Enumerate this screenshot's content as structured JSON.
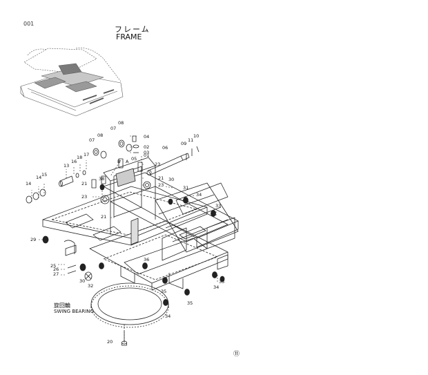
{
  "header": {
    "page_number": "001",
    "title_jp": "フレーム",
    "title_en": "FRAME"
  },
  "assembly_note": {
    "jp": "旋回輪",
    "en": "SWING BEARING"
  },
  "footer_mark": "⑪",
  "callouts": [
    {
      "id": "c01",
      "text": "01"
    },
    {
      "id": "c02",
      "text": "02"
    },
    {
      "id": "c03",
      "text": "03"
    },
    {
      "id": "c04",
      "text": "04"
    },
    {
      "id": "c05",
      "text": "05"
    },
    {
      "id": "c06",
      "text": "06"
    },
    {
      "id": "c07a",
      "text": "07"
    },
    {
      "id": "c07b",
      "text": "07"
    },
    {
      "id": "c08a",
      "text": "08"
    },
    {
      "id": "c08b",
      "text": "08"
    },
    {
      "id": "c09",
      "text": "09"
    },
    {
      "id": "c10",
      "text": "10"
    },
    {
      "id": "c11",
      "text": "11"
    },
    {
      "id": "c13",
      "text": "13"
    },
    {
      "id": "c14a",
      "text": "14"
    },
    {
      "id": "c14b",
      "text": "14"
    },
    {
      "id": "c15",
      "text": "15"
    },
    {
      "id": "c16",
      "text": "16"
    },
    {
      "id": "c17",
      "text": "17"
    },
    {
      "id": "c18",
      "text": "18"
    },
    {
      "id": "c20",
      "text": "20"
    },
    {
      "id": "c21a",
      "text": "21"
    },
    {
      "id": "c21b",
      "text": "21"
    },
    {
      "id": "c21c",
      "text": "21"
    },
    {
      "id": "c23a",
      "text": "23"
    },
    {
      "id": "c23b",
      "text": "23"
    },
    {
      "id": "c23c",
      "text": "23"
    },
    {
      "id": "c25",
      "text": "25"
    },
    {
      "id": "c26",
      "text": "26"
    },
    {
      "id": "c27",
      "text": "27"
    },
    {
      "id": "c29",
      "text": "29"
    },
    {
      "id": "c30a",
      "text": "30"
    },
    {
      "id": "c30b",
      "text": "30"
    },
    {
      "id": "c31",
      "text": "31"
    },
    {
      "id": "c32",
      "text": "32"
    },
    {
      "id": "c33a",
      "text": "33"
    },
    {
      "id": "c33b",
      "text": "33"
    },
    {
      "id": "c34a",
      "text": "34"
    },
    {
      "id": "c34b",
      "text": "34"
    },
    {
      "id": "c34c",
      "text": "34"
    },
    {
      "id": "c35a",
      "text": "35"
    },
    {
      "id": "c35b",
      "text": "35"
    },
    {
      "id": "c36",
      "text": "36"
    },
    {
      "id": "c38",
      "text": "38"
    },
    {
      "id": "cA",
      "text": "A"
    },
    {
      "id": "cB",
      "text": "B"
    }
  ]
}
